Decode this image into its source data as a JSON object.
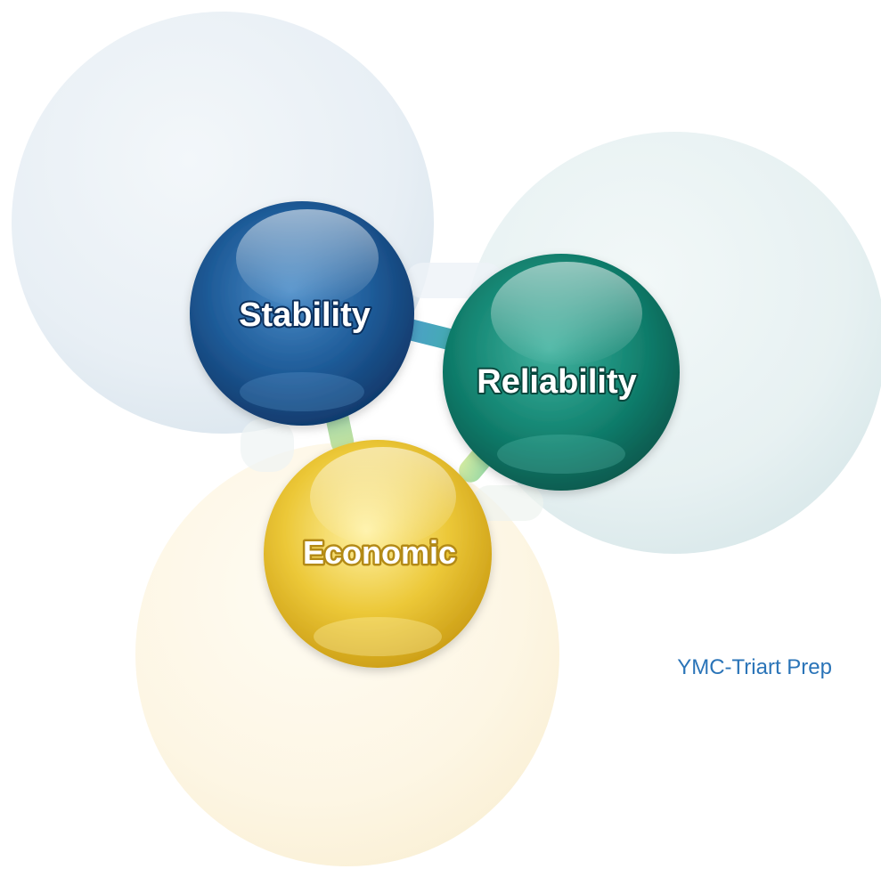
{
  "diagram": {
    "spheres": {
      "stability": {
        "label": "Stability",
        "color": "#1e5a96"
      },
      "reliability": {
        "label": "Reliability",
        "color": "#11806f"
      },
      "economic": {
        "label": "Economic",
        "color": "#e7c22c"
      }
    },
    "caption": "YMC-Triart Prep"
  },
  "colors": {
    "bg_blue_sphere": "#e4ecf3",
    "bg_teal_sphere": "#e3eff0",
    "bg_yellow_sphere": "#fdf7e6",
    "caption": "#2a74b8"
  }
}
